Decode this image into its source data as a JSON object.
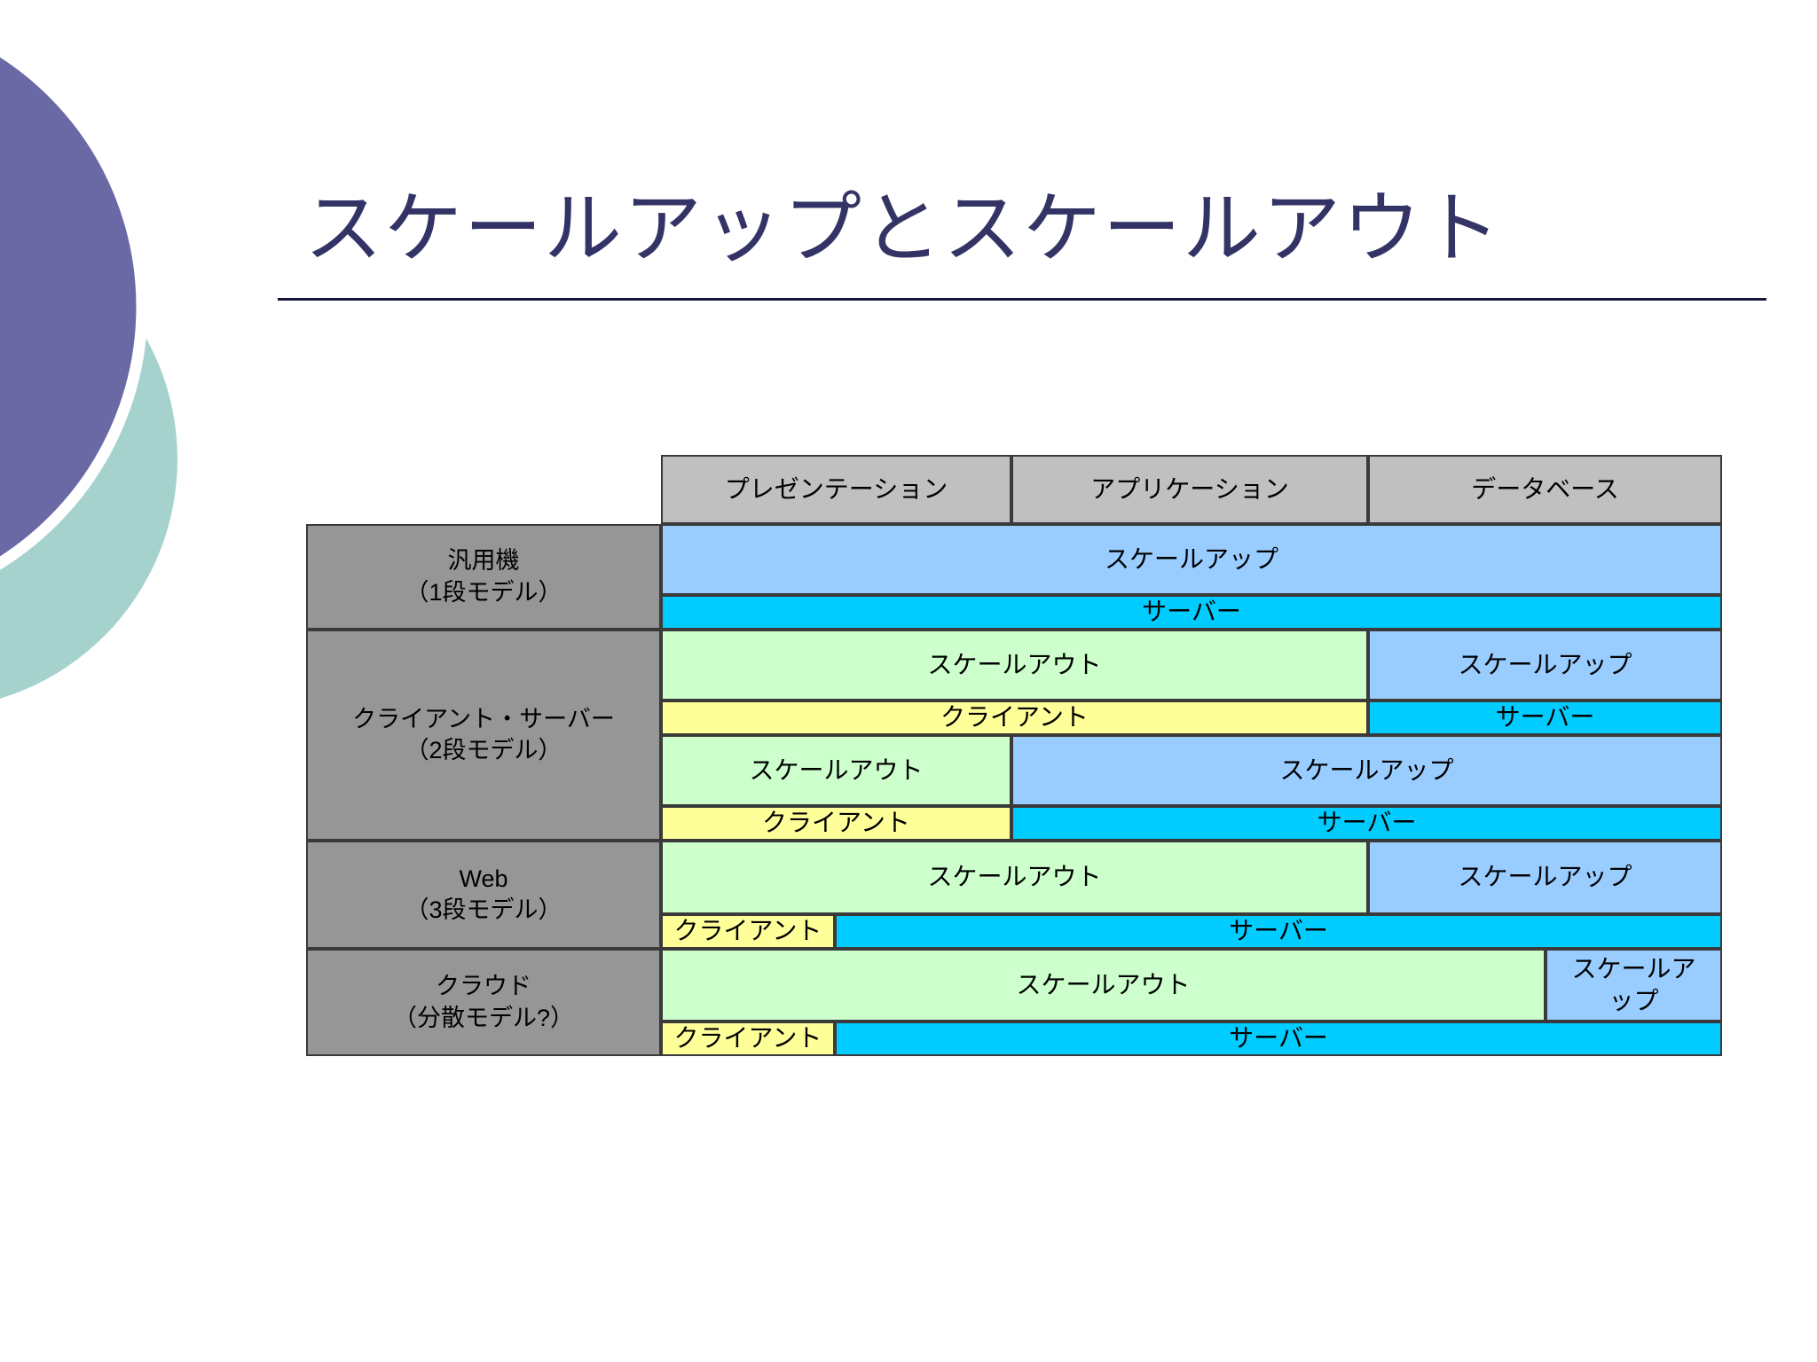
{
  "slide": {
    "title": "スケールアップとスケールアウト"
  },
  "colors": {
    "title_text": "#333366",
    "title_rule": "#15153a",
    "header_bg": "#c0c0c0",
    "row_label_bg": "#969696",
    "scale_up_bg": "#99ccff",
    "scale_out_bg": "#ccffcc",
    "client_bg": "#ffff99",
    "server_bg": "#00ccff",
    "cell_border": "#3a3a3a",
    "decorative_circle_purple": "#6b69a5",
    "decorative_circle_teal": "#a5d2cd"
  },
  "table": {
    "column_headers": [
      "プレゼンテーション",
      "アプリケーション",
      "データベース"
    ],
    "row_labels": [
      {
        "name": "汎用機",
        "model": "（1段モデル）"
      },
      {
        "name": "クライアント・サーバー",
        "model": "（2段モデル）"
      },
      {
        "name": "Web",
        "model": "（3段モデル）"
      },
      {
        "name": "クラウド",
        "model": "（分散モデル?）"
      }
    ],
    "bar_labels": {
      "scale_up": "スケールアップ",
      "scale_out": "スケールアウト",
      "client": "クライアント",
      "server": "サーバー"
    },
    "layout_notes": [
      "汎用機（1段モデル）: スケールアップ全列 / サーバー全列",
      "クライアント・サーバー（2段モデル）上段: スケールアウト(プレゼンテーション+アプリケーション)・スケールアップ(データベース) / クライアント・サーバー同分割",
      "クライアント・サーバー（2段モデル）下段: スケールアウト(プレゼンテーション)・スケールアップ(アプリケーション+データベース) / クライアント・サーバー同分割",
      "Web（3段モデル）: スケールアウト(プレゼンテーション+アプリケーション)・スケールアップ(データベース) / クライアント(小)・サーバー(残り)",
      "クラウド（分散モデル?）: スケールアウト(大)・スケールアップ(小) / クライアント(小)・サーバー(残り)"
    ]
  }
}
